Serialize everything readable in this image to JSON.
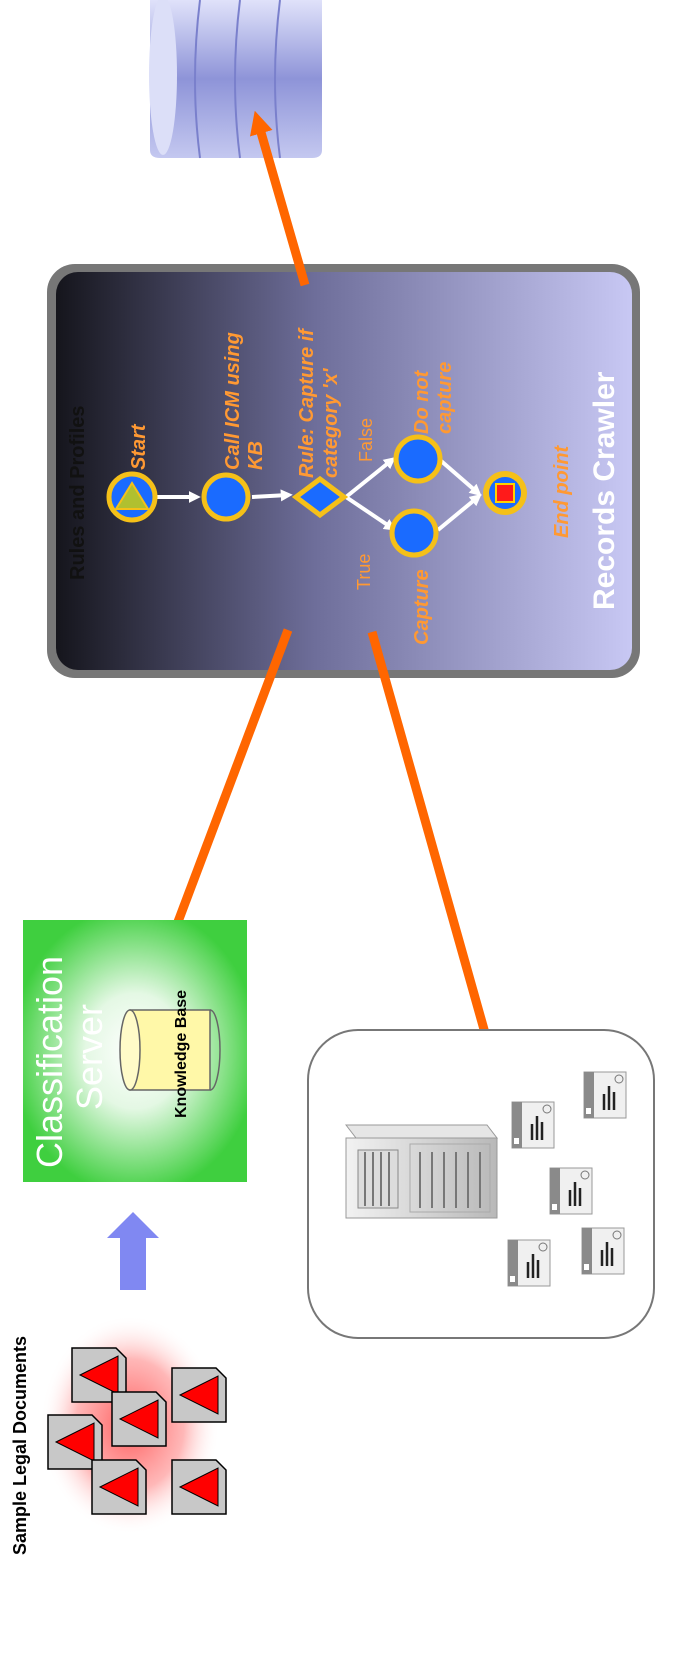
{
  "sample_docs": {
    "label": "Sample Legal Documents"
  },
  "classification": {
    "title_line1": "Classification",
    "title_line2": "Server",
    "kb_label": "Knowledge Base"
  },
  "crawler": {
    "header": "Rules and Profiles",
    "title": "Records Crawler",
    "steps": {
      "start": "Start",
      "call_line1": "Call ICM using",
      "call_line2": "KB",
      "rule_line1": "Rule: Capture if",
      "rule_line2": "category  'x'",
      "true_label": "True",
      "false_label": "False",
      "capture": "Capture",
      "donot_line1": "Do not",
      "donot_line2": "capture",
      "end": "End point"
    }
  },
  "colors": {
    "arrow": "#ff6600",
    "step_label": "#ff9933",
    "node_fill": "#1a6bff",
    "node_ring": "#f5c018",
    "classification_green": "#3fcf3f",
    "upload_arrow": "#8088f2",
    "database": "#9aa0e0"
  },
  "icons": [
    "database-icon",
    "server-icon",
    "document-icon",
    "cylinder-icon",
    "start-triangle-icon",
    "stop-square-icon",
    "decision-diamond-icon"
  ]
}
